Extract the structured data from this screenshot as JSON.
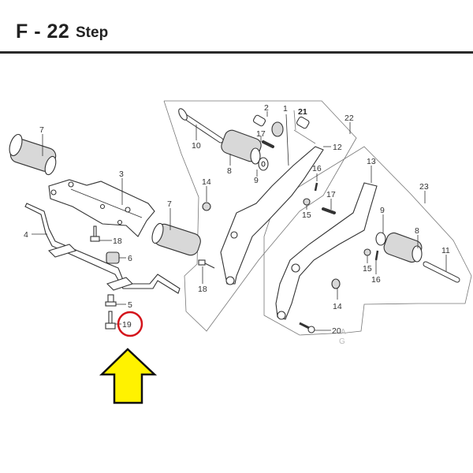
{
  "header": {
    "section_code": "F - 22",
    "section_name": "Step"
  },
  "diagram": {
    "type": "exploded parts diagram",
    "highlight": {
      "part_number": "19",
      "marker": "red-circle",
      "marker_color": "#d4141b",
      "pointer": "yellow-up-arrow",
      "pointer_color": "#fff200"
    },
    "callouts": {
      "c1": "1",
      "c2": "2",
      "c3": "3",
      "c4": "4",
      "c5": "5",
      "c6": "6",
      "c7a": "7",
      "c7b": "7",
      "c8a": "8",
      "c8b": "8",
      "c9a": "9",
      "c9b": "9",
      "c10": "10",
      "c11": "11",
      "c12": "12",
      "c13": "13",
      "c14a": "14",
      "c14b": "14",
      "c15a": "15",
      "c15b": "15",
      "c16a": "16",
      "c16b": "16",
      "c17a": "17",
      "c17b": "17",
      "c18a": "18",
      "c18b": "18",
      "c19": "19",
      "c20": "20",
      "c21": "21",
      "c22": "22",
      "c23": "23"
    },
    "watermark": [
      "A",
      "G"
    ]
  }
}
